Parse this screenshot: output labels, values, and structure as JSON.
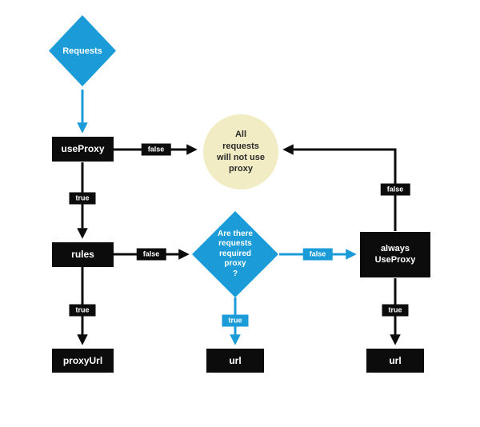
{
  "colors": {
    "blue": "#1b9cd8",
    "black": "#0c0c0c",
    "cream": "#f1ecc3"
  },
  "nodes": {
    "requests": {
      "label": "Requests"
    },
    "useProxy": {
      "label": "useProxy"
    },
    "noProxyCircle": {
      "label": "All\nrequests\nwill not use\nproxy"
    },
    "rules": {
      "label": "rules"
    },
    "decision": {
      "label": "Are there\nrequests\nrequired\nproxy\n?"
    },
    "alwaysUseProxy": {
      "label": "always\nUseProxy"
    },
    "proxyUrl": {
      "label": "proxyUrl"
    },
    "urlCenter": {
      "label": "url"
    },
    "urlRight": {
      "label": "url"
    }
  },
  "edges": {
    "useProxyFalse": {
      "label": "false"
    },
    "useProxyTrue": {
      "label": "true"
    },
    "rulesFalse": {
      "label": "false"
    },
    "rulesTrue": {
      "label": "true"
    },
    "decisionFalse": {
      "label": "false"
    },
    "decisionTrue": {
      "label": "true"
    },
    "alwaysFalse": {
      "label": "false"
    },
    "alwaysTrue": {
      "label": "true"
    }
  }
}
